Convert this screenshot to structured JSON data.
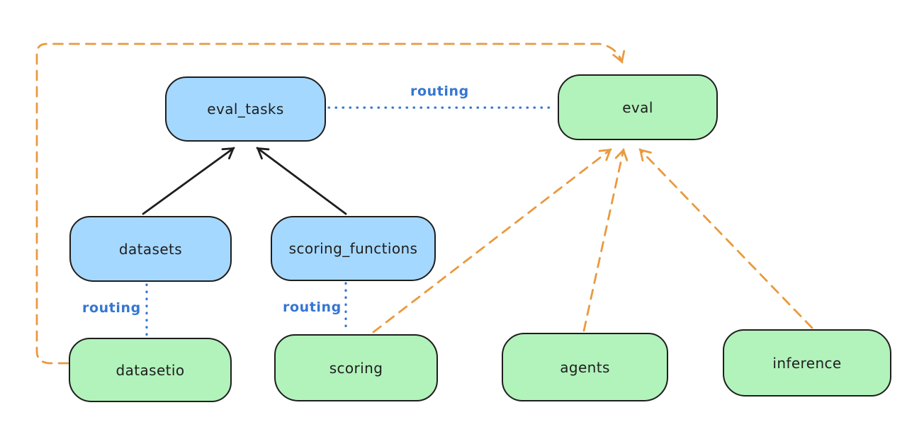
{
  "diagram": {
    "colors": {
      "node_blue_fill": "#a5d8ff",
      "node_green_fill": "#b2f2bb",
      "node_stroke": "#1e1e1e",
      "routing_blue": "#3576d2",
      "provider_orange": "#e99a3e"
    },
    "nodes": [
      {
        "id": "eval_tasks",
        "label": "eval_tasks",
        "fill": "blue"
      },
      {
        "id": "eval",
        "label": "eval",
        "fill": "green"
      },
      {
        "id": "datasets",
        "label": "datasets",
        "fill": "blue"
      },
      {
        "id": "scoring_functions",
        "label": "scoring_functions",
        "fill": "blue"
      },
      {
        "id": "datasetio",
        "label": "datasetio",
        "fill": "green"
      },
      {
        "id": "scoring",
        "label": "scoring",
        "fill": "green"
      },
      {
        "id": "agents",
        "label": "agents",
        "fill": "green"
      },
      {
        "id": "inference",
        "label": "inference",
        "fill": "green"
      }
    ],
    "edge_labels": [
      {
        "text": "routing"
      },
      {
        "text": "routing"
      },
      {
        "text": "routing"
      }
    ],
    "edges": [
      {
        "from": "datasets",
        "to": "eval_tasks",
        "style": "solid-arrow",
        "color": "black"
      },
      {
        "from": "scoring_functions",
        "to": "eval_tasks",
        "style": "solid-arrow",
        "color": "black"
      },
      {
        "from": "eval_tasks",
        "to": "eval",
        "style": "dotted",
        "color": "blue",
        "label": "routing"
      },
      {
        "from": "datasets",
        "to": "datasetio",
        "style": "dotted",
        "color": "blue",
        "label": "routing"
      },
      {
        "from": "scoring_functions",
        "to": "scoring",
        "style": "dotted",
        "color": "blue",
        "label": "routing"
      },
      {
        "from": "scoring",
        "to": "eval",
        "style": "dashed-arrow",
        "color": "orange"
      },
      {
        "from": "agents",
        "to": "eval",
        "style": "dashed-arrow",
        "color": "orange"
      },
      {
        "from": "inference",
        "to": "eval",
        "style": "dashed-arrow",
        "color": "orange"
      },
      {
        "from": "datasetio",
        "to": "eval",
        "style": "dashed-arrow",
        "color": "orange",
        "route": "around-left-and-top"
      }
    ]
  }
}
